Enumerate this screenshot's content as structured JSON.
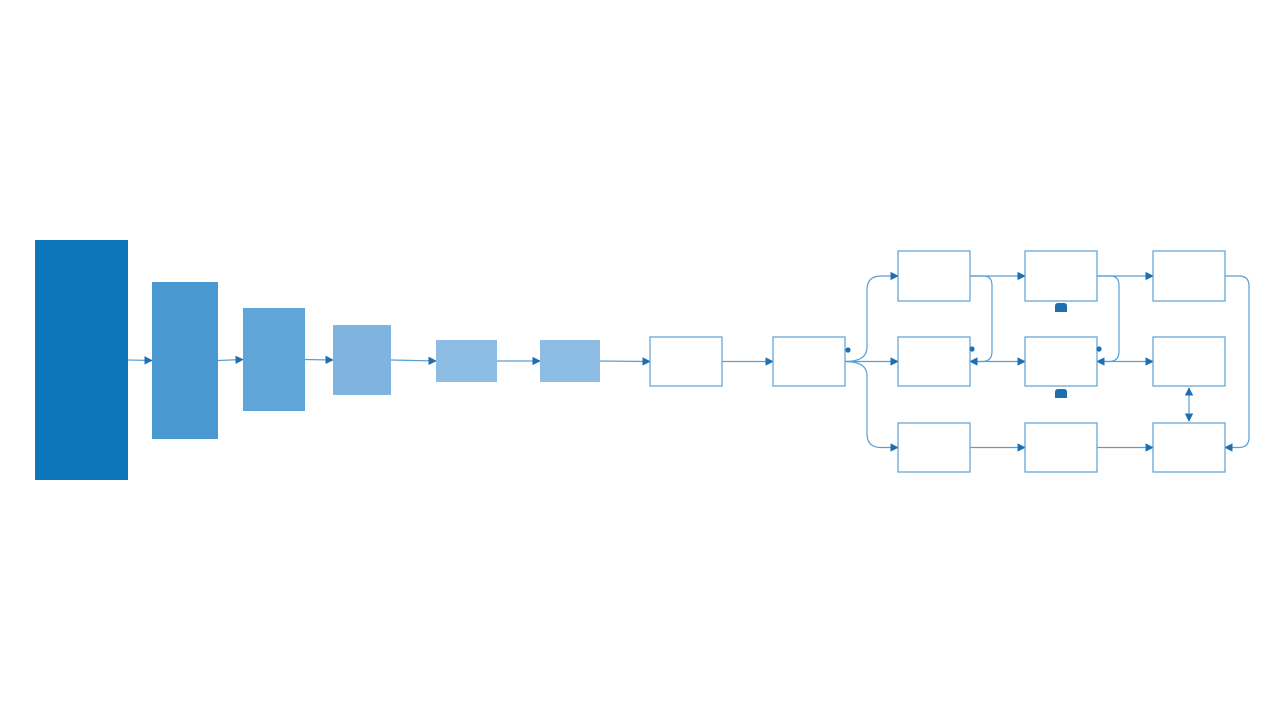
{
  "diagram": {
    "background": "#ffffff",
    "colors": {
      "stage_1": "#0b77ba",
      "stage_2": "#4a98d0",
      "stage_3": "#5fa5d8",
      "stage_4": "#7fb4e0",
      "stage_5": "#8dbce4",
      "stage_6": "#8dbce4",
      "outline": "#5a9fd4",
      "edge": "#5a9fd4",
      "arrowhead": "#1f6fb0",
      "marker": "#1f6fb0"
    },
    "nodes": [
      {
        "id": "stage-1",
        "style": "filled",
        "color_key": "stage_1",
        "text": ""
      },
      {
        "id": "stage-2",
        "style": "filled",
        "color_key": "stage_2",
        "text": ""
      },
      {
        "id": "stage-3",
        "style": "filled",
        "color_key": "stage_3",
        "text": ""
      },
      {
        "id": "stage-4",
        "style": "filled",
        "color_key": "stage_4",
        "text": ""
      },
      {
        "id": "stage-5",
        "style": "filled",
        "color_key": "stage_5",
        "text": ""
      },
      {
        "id": "stage-6",
        "style": "filled",
        "color_key": "stage_6",
        "text": ""
      },
      {
        "id": "box-a",
        "style": "outline",
        "text": ""
      },
      {
        "id": "box-b",
        "style": "outline",
        "text": ""
      },
      {
        "id": "grid-r1-c1",
        "style": "outline",
        "text": ""
      },
      {
        "id": "grid-r1-c2",
        "style": "outline",
        "text": ""
      },
      {
        "id": "grid-r1-c3",
        "style": "outline",
        "text": ""
      },
      {
        "id": "grid-r2-c1",
        "style": "outline",
        "text": ""
      },
      {
        "id": "grid-r2-c2",
        "style": "outline",
        "text": ""
      },
      {
        "id": "grid-r2-c3",
        "style": "outline",
        "text": ""
      },
      {
        "id": "grid-r3-c1",
        "style": "outline",
        "text": ""
      },
      {
        "id": "grid-r3-c2",
        "style": "outline",
        "text": ""
      },
      {
        "id": "grid-r3-c3",
        "style": "outline",
        "text": ""
      }
    ],
    "edges": [
      {
        "from": "stage-1",
        "to": "stage-2"
      },
      {
        "from": "stage-2",
        "to": "stage-3"
      },
      {
        "from": "stage-3",
        "to": "stage-4"
      },
      {
        "from": "stage-4",
        "to": "stage-5"
      },
      {
        "from": "stage-5",
        "to": "stage-6"
      },
      {
        "from": "stage-6",
        "to": "box-a"
      },
      {
        "from": "box-a",
        "to": "box-b"
      },
      {
        "from": "box-b",
        "to": "grid-r1-c1"
      },
      {
        "from": "box-b",
        "to": "grid-r2-c1"
      },
      {
        "from": "box-b",
        "to": "grid-r3-c1"
      },
      {
        "from": "grid-r1-c1",
        "to": "grid-r1-c2"
      },
      {
        "from": "grid-r1-c2",
        "to": "grid-r1-c3"
      },
      {
        "from": "grid-r2-c1",
        "to": "grid-r2-c2"
      },
      {
        "from": "grid-r2-c2",
        "to": "grid-r2-c3"
      },
      {
        "from": "grid-r3-c1",
        "to": "grid-r3-c2"
      },
      {
        "from": "grid-r3-c2",
        "to": "grid-r3-c3"
      },
      {
        "from": "grid-r1-c1",
        "to": "grid-r2-c1",
        "kind": "feedback"
      },
      {
        "from": "grid-r1-c2",
        "to": "grid-r2-c2",
        "kind": "feedback"
      },
      {
        "from": "grid-r1-c3",
        "to": "grid-r3-c3",
        "kind": "feedback"
      },
      {
        "from": "grid-r2-c3",
        "to": "grid-r3-c3",
        "kind": "bidirectional"
      }
    ]
  }
}
